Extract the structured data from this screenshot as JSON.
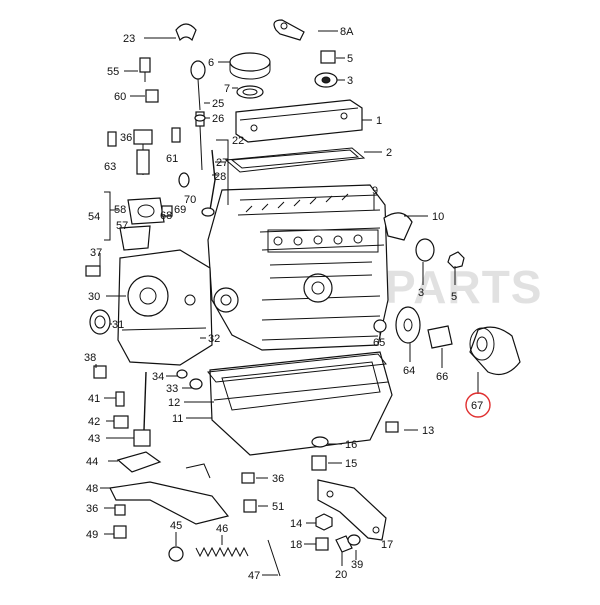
{
  "diagram": {
    "watermark": "PARTS",
    "highlight_color": "#e03030",
    "highlighted_part": "67",
    "callouts": [
      {
        "id": "c23",
        "label": "23"
      },
      {
        "id": "c8a",
        "label": "8A"
      },
      {
        "id": "c6",
        "label": "6"
      },
      {
        "id": "c5a",
        "label": "5"
      },
      {
        "id": "c55",
        "label": "55"
      },
      {
        "id": "c3a",
        "label": "3"
      },
      {
        "id": "c7",
        "label": "7"
      },
      {
        "id": "c60",
        "label": "60"
      },
      {
        "id": "c25",
        "label": "25"
      },
      {
        "id": "c26",
        "label": "26"
      },
      {
        "id": "c1",
        "label": "1"
      },
      {
        "id": "c63",
        "label": "63"
      },
      {
        "id": "c36a",
        "label": "36"
      },
      {
        "id": "c61",
        "label": "61"
      },
      {
        "id": "c22",
        "label": "22"
      },
      {
        "id": "c2",
        "label": "2"
      },
      {
        "id": "c27",
        "label": "27"
      },
      {
        "id": "c28",
        "label": "28"
      },
      {
        "id": "c70",
        "label": "70"
      },
      {
        "id": "c9",
        "label": "9"
      },
      {
        "id": "c54",
        "label": "54"
      },
      {
        "id": "c58",
        "label": "58"
      },
      {
        "id": "c68",
        "label": "68"
      },
      {
        "id": "c69",
        "label": "69"
      },
      {
        "id": "c57",
        "label": "57"
      },
      {
        "id": "c10",
        "label": "10"
      },
      {
        "id": "c37",
        "label": "37"
      },
      {
        "id": "c3b",
        "label": "3"
      },
      {
        "id": "c5b",
        "label": "5"
      },
      {
        "id": "c30",
        "label": "30"
      },
      {
        "id": "c31",
        "label": "31"
      },
      {
        "id": "c32",
        "label": "32"
      },
      {
        "id": "c65",
        "label": "65"
      },
      {
        "id": "c64",
        "label": "64"
      },
      {
        "id": "c66",
        "label": "66"
      },
      {
        "id": "c67",
        "label": "67"
      },
      {
        "id": "c38",
        "label": "38"
      },
      {
        "id": "c34",
        "label": "34"
      },
      {
        "id": "c33",
        "label": "33"
      },
      {
        "id": "c12",
        "label": "12"
      },
      {
        "id": "c41",
        "label": "41"
      },
      {
        "id": "c11",
        "label": "11"
      },
      {
        "id": "c42",
        "label": "42"
      },
      {
        "id": "c13",
        "label": "13"
      },
      {
        "id": "c43",
        "label": "43"
      },
      {
        "id": "c16",
        "label": "16"
      },
      {
        "id": "c44",
        "label": "44"
      },
      {
        "id": "c15",
        "label": "15"
      },
      {
        "id": "c36b",
        "label": "36"
      },
      {
        "id": "c48",
        "label": "48"
      },
      {
        "id": "c51",
        "label": "51"
      },
      {
        "id": "c36c",
        "label": "36"
      },
      {
        "id": "c45",
        "label": "45"
      },
      {
        "id": "c46",
        "label": "46"
      },
      {
        "id": "c14",
        "label": "14"
      },
      {
        "id": "c49",
        "label": "49"
      },
      {
        "id": "c18",
        "label": "18"
      },
      {
        "id": "c17",
        "label": "17"
      },
      {
        "id": "c20",
        "label": "20"
      },
      {
        "id": "c39",
        "label": "39"
      },
      {
        "id": "c47",
        "label": "47"
      }
    ]
  }
}
